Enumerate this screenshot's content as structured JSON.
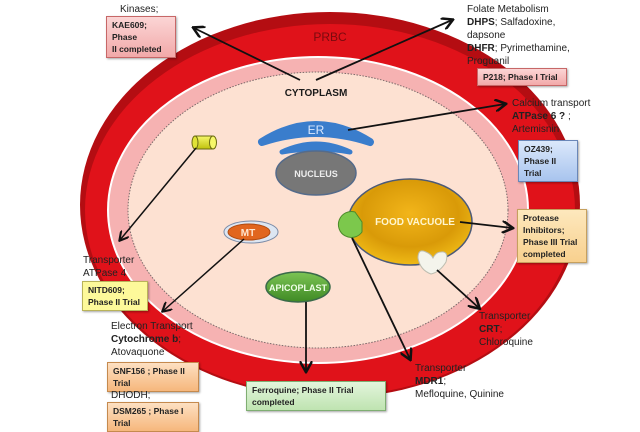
{
  "diagram": {
    "colors": {
      "rbc_outer": "#e0121a",
      "rbc_dark": "#b40d12",
      "parasite_membrane": "#f6b2b2",
      "cytoplasm": "#fde1d2",
      "er": "#4a8fdb",
      "nucleus": "#777777",
      "food_vacuole": "#e0a400",
      "apicoplast": "#5aa832",
      "mitochondrion": "#e1661f",
      "channel": "#dfe21a"
    },
    "compartments": {
      "prbc": "PRBC",
      "cytoplasm": "CYTOPLASM",
      "er": "ER",
      "nucleus": "NUCLEUS",
      "food_vacuole": "FOOD VACUOLE",
      "mt": "MT",
      "apicoplast": "APICOPLAST"
    },
    "targets": {
      "kinases": {
        "title": "Kinases;",
        "box": [
          "KAE609;  Phase",
          "II completed"
        ]
      },
      "folate": {
        "title": "Folate  Metabolism",
        "line1_bold": "DHPS",
        "line1_rest": ";  Salfadoxine,",
        "line2": "dapsone",
        "line3_bold": "DHFR",
        "line3_rest": "; Pyrimethamine,",
        "line4": "Proguanil",
        "box": [
          "P218; Phase I Trial"
        ]
      },
      "calcium": {
        "title": "Calcium transport",
        "line1_bold": "ATPase 6 ?",
        "line1_rest": " ;",
        "line2": "Artemisnin",
        "box": [
          "OZ439;",
          "Phase  II Trial"
        ]
      },
      "protease": {
        "box": [
          "Protease",
          "Inhibitors;",
          "Phase III Trial",
          "completed"
        ]
      },
      "atpase4": {
        "line1": "Transporter",
        "line2": "ATPase 4",
        "box": [
          "NITD609;",
          "Phase II  Trial"
        ]
      },
      "electron": {
        "line1": "Electron Transport",
        "line2_bold": "Cytochrome b",
        "line2_rest": ";",
        "line3": "Atovaquone",
        "box": [
          "GNF156 ; Phase II Trial"
        ]
      },
      "dhodh": {
        "title": "DHODH;",
        "box": [
          "DSM265 ; Phase I Trial"
        ]
      },
      "apicoplast": {
        "box": [
          "Ferroquine; Phase II Trial",
          "completed"
        ]
      },
      "mdr1": {
        "line1": "Transporter",
        "line2_bold": "MDR1",
        "line2_rest": ";",
        "line3": "Mefloquine, Quinine"
      },
      "crt": {
        "line1": "Transporter",
        "line2_bold": "CRT",
        "line2_rest": ";",
        "line3": "Chloroquine"
      }
    }
  }
}
